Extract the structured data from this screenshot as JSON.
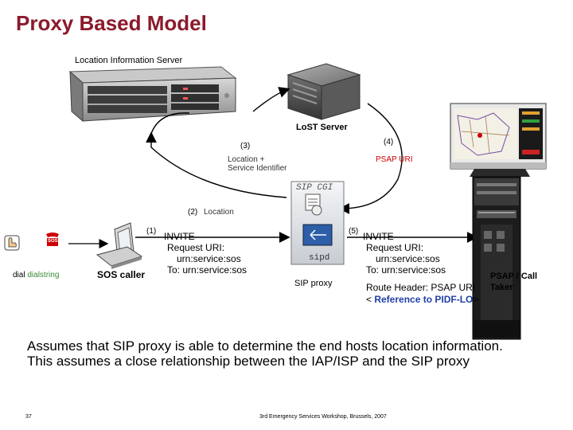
{
  "title": "Proxy Based Model",
  "nodes": {
    "lis": "Location Information Server",
    "lost": "LoST Server",
    "sip_cgi": "SIP CGI",
    "sipd": "sipd",
    "sip_proxy": "SIP proxy",
    "sos_caller": "SOS caller",
    "psap": "PSAP / Call Taker",
    "phone_badge": "SOS"
  },
  "dial": {
    "prefix": "dial ",
    "value": "dialstring"
  },
  "steps": {
    "s1": "(1)",
    "s2": "(2)",
    "s3": "(3)",
    "s4": "(4)",
    "s5": "(5)",
    "location": "Location",
    "location_id": "Location +",
    "service_id": "Service Identifier",
    "psap_uri": "PSAP URI"
  },
  "invite_left": [
    "INVITE",
    "Request URI:",
    "urn:service:sos",
    "To: urn:service:sos"
  ],
  "invite_right": [
    "INVITE",
    "Request URI:",
    "urn:service:sos",
    "To: urn:service:sos"
  ],
  "route_header": "Route Header: PSAP URI",
  "pidf": {
    "open": "< ",
    "ref": "Reference to PIDF-LO",
    "close": ">"
  },
  "body_text": [
    "Assumes that SIP proxy is able to determine the end hosts location information.",
    "This assumes a close relationship between the IAP/ISP and the SIP proxy"
  ],
  "footer": {
    "page": "37",
    "event": "3rd Emergency Services Workshop, Brussels, 2007"
  },
  "colors": {
    "title": "#8b1a2b",
    "accent_red": "#cc0000",
    "link_blue": "#1f3fa8",
    "green": "#3a8a3a",
    "arrow": "#000000"
  }
}
